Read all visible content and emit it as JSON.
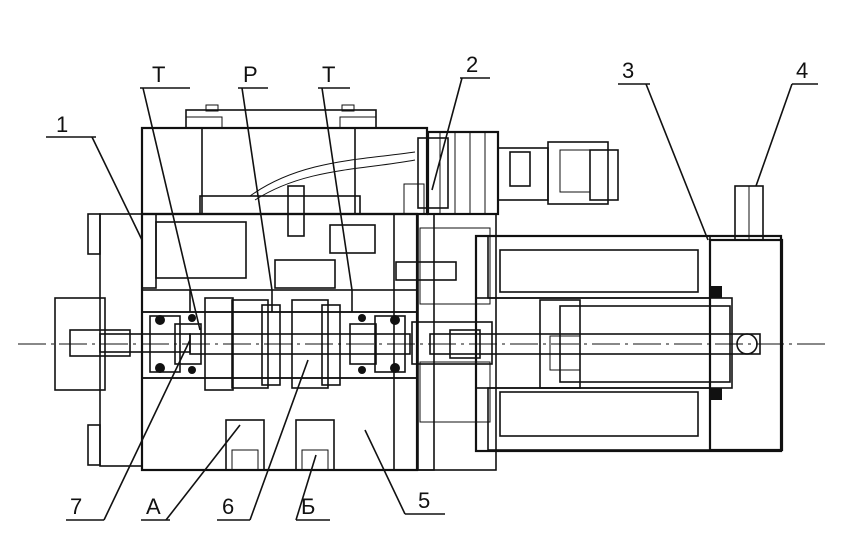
{
  "labels": {
    "l1": "1",
    "l2": "2",
    "l3": "3",
    "l4": "4",
    "l5": "5",
    "l6": "6",
    "l7": "7",
    "A": "А",
    "B": "Б",
    "P": "Р",
    "T1": "Т",
    "T2": "Т"
  },
  "colors": {
    "ink": "#111111",
    "paper": "#ffffff"
  }
}
